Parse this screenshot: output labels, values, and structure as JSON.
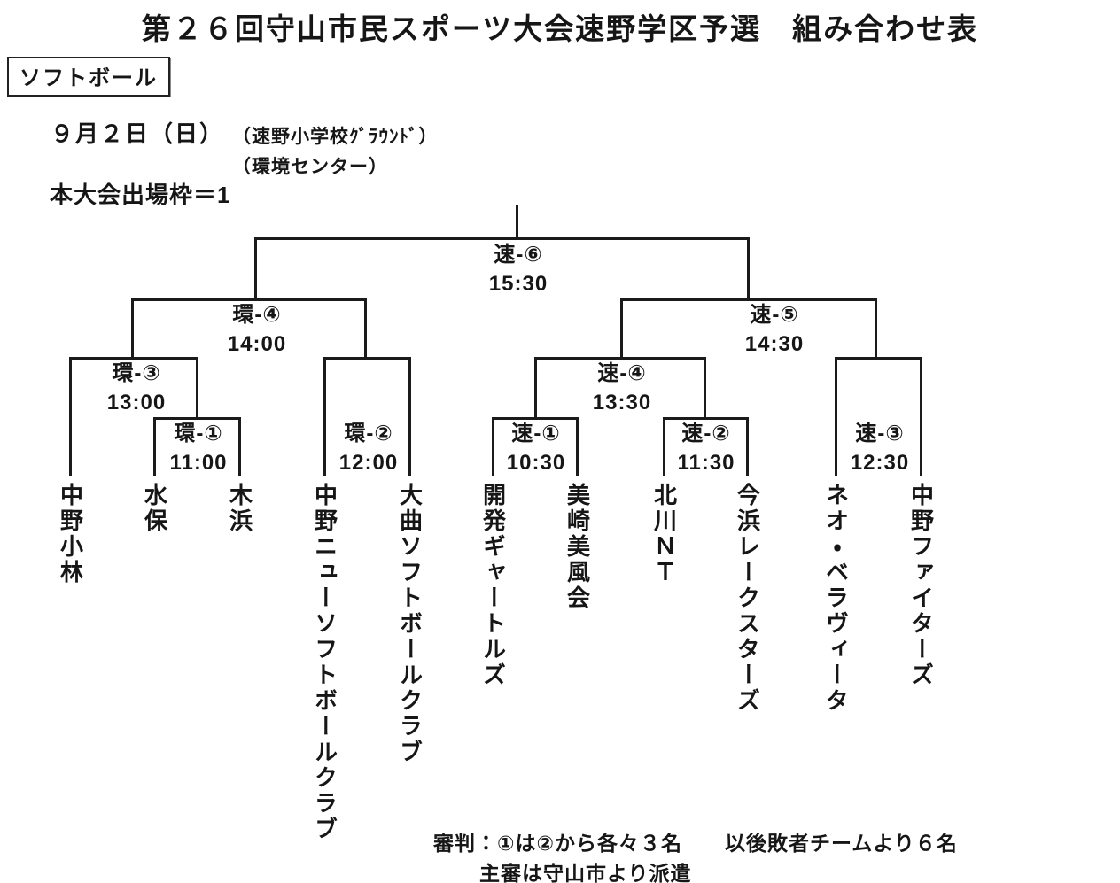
{
  "page": {
    "title": "第２６回守山市民スポーツ大会速野学区予選　組み合わせ表",
    "sport_label": "ソフトボール",
    "schedule": {
      "date": "９月２日（日）",
      "venue_1": "（速野小学校ｸﾞﾗｳﾝﾄﾞ）",
      "venue_2": "（環境センター）"
    },
    "qualifier_note": "本大会出場枠＝1",
    "footer_notes": [
      "審判：①は②から各々３名　　以後敗者チームより６名",
      "主審は守山市より派遣"
    ]
  },
  "bracket": {
    "matches": [
      {
        "id": "速-⑥",
        "time": "15:30"
      },
      {
        "id": "環-④",
        "time": "14:00"
      },
      {
        "id": "速-⑤",
        "time": "14:30"
      },
      {
        "id": "環-③",
        "time": "13:00"
      },
      {
        "id": "速-④",
        "time": "13:30"
      },
      {
        "id": "環-①",
        "time": "11:00"
      },
      {
        "id": "環-②",
        "time": "12:00"
      },
      {
        "id": "速-①",
        "time": "10:30"
      },
      {
        "id": "速-②",
        "time": "11:30"
      },
      {
        "id": "速-③",
        "time": "12:30"
      }
    ],
    "teams": [
      "中野小林",
      "水保",
      "木浜",
      "中野ニューソフトボールクラブ",
      "大曲ソフトボールクラブ",
      "開発ギャートルズ",
      "美崎美風会",
      "北川ＮＴ",
      "今浜レークスターズ",
      "ネオ・ベラヴィータ",
      "中野ファイターズ"
    ]
  }
}
